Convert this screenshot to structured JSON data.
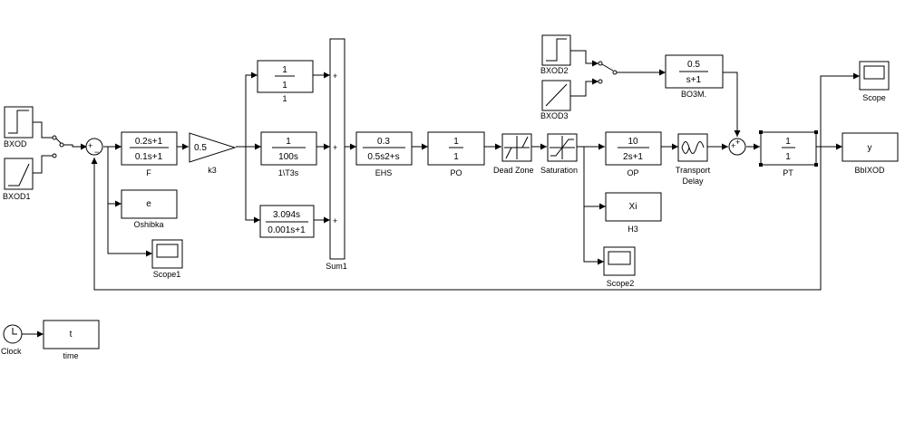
{
  "blocks": {
    "bxod": "BXOD",
    "bxod1": "BXOD1",
    "bxod2": "BXOD2",
    "bxod3": "BXOD3",
    "sum_plus": "+",
    "sum_minus": "−",
    "f": {
      "num": "0.2s+1",
      "den": "0.1s+1",
      "label": "F"
    },
    "k3": {
      "value": "0.5",
      "label": "k3"
    },
    "oshibka": {
      "value": "e",
      "label": "Oshibka"
    },
    "scope1": "Scope1",
    "kp": {
      "num": "1",
      "den": "1",
      "label": "1"
    },
    "ti": {
      "num": "1",
      "den": "100s",
      "label": "1\\T3s"
    },
    "td": {
      "num": "3.094s",
      "den": "0.001s+1"
    },
    "sum1": {
      "plus": "+",
      "label": "Sum1"
    },
    "ehs": {
      "num": "0.3",
      "den": "0.5s2+s",
      "label": "EHS"
    },
    "po": {
      "num": "1",
      "den": "1",
      "label": "PO"
    },
    "dead_zone": "Dead Zone",
    "saturation": "Saturation",
    "op": {
      "num": "10",
      "den": "2s+1",
      "label": "OP"
    },
    "h3": {
      "value": "Xi",
      "label": "H3"
    },
    "scope2": "Scope2",
    "transport_1": "Transport",
    "transport_2": "Delay",
    "bo3m": {
      "num": "0.5",
      "den": "s+1",
      "label": "BO3M."
    },
    "pt": {
      "num": "1",
      "den": "1",
      "label": "PT"
    },
    "output": {
      "value": "y",
      "label": "BbIXOD"
    },
    "scope": "Scope",
    "clock": "Clock",
    "time": {
      "value": "t",
      "label": "time"
    }
  }
}
